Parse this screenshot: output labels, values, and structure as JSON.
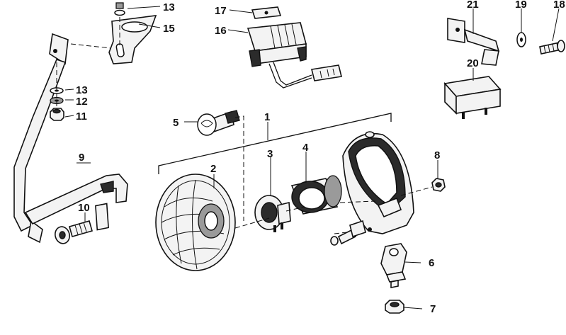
{
  "callouts": {
    "c1": "1",
    "c2": "2",
    "c3": "3",
    "c4": "4",
    "c5": "5",
    "c6": "6",
    "c7": "7",
    "c8": "8",
    "c9": "9",
    "c10": "10",
    "c11": "11",
    "c12": "12",
    "c13a": "13",
    "c13b": "13",
    "c15": "15",
    "c16": "16",
    "c17": "17",
    "c18": "18",
    "c19": "19",
    "c20": "20",
    "c21": "21"
  }
}
